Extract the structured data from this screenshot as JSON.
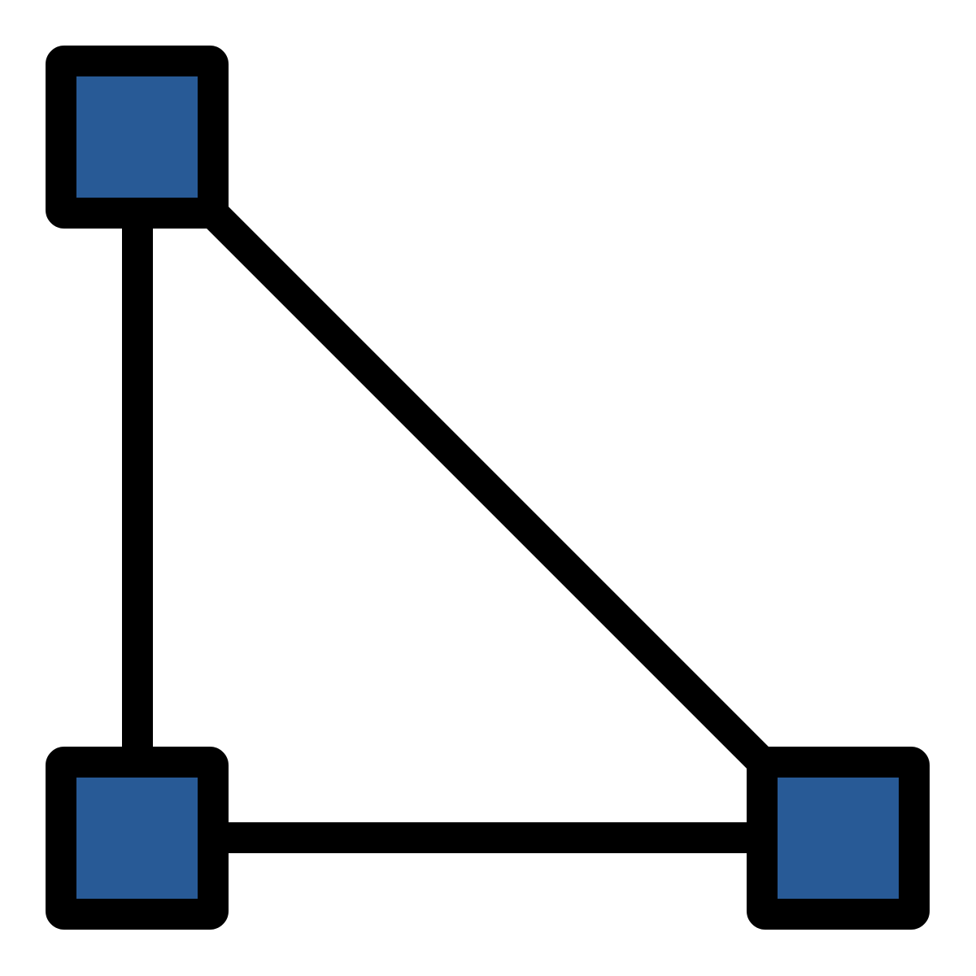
{
  "icon": {
    "name": "triangle-vertices-icon",
    "colors": {
      "background": "#ffffff",
      "outline": "#000000",
      "vertex_fill": "#285a96"
    },
    "vertices": [
      {
        "name": "top-left-vertex-handle"
      },
      {
        "name": "bottom-left-vertex-handle"
      },
      {
        "name": "bottom-right-vertex-handle"
      }
    ],
    "edges": [
      {
        "name": "left-edge-line"
      },
      {
        "name": "bottom-edge-line"
      },
      {
        "name": "diagonal-edge-line"
      }
    ]
  }
}
